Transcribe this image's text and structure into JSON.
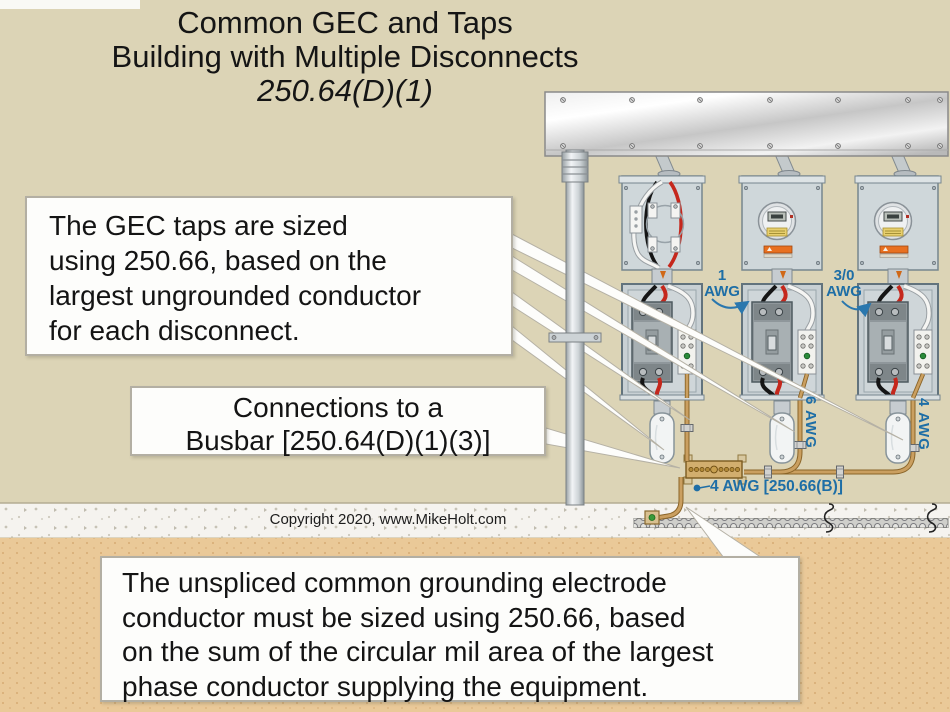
{
  "title": {
    "line1": "Common GEC and Taps",
    "line2": "Building with Multiple Disconnects",
    "line3": "250.64(D)(1)"
  },
  "callout_gec_taps": {
    "lines": [
      "The GEC taps are sized",
      "using 250.66, based on the",
      "largest ungrounded conductor",
      "for each disconnect."
    ]
  },
  "callout_busbar": {
    "lines": [
      "Connections to a",
      "Busbar [250.64(D)(1)(3)]"
    ]
  },
  "callout_common_gec": {
    "lines": [
      "The unspliced common grounding electrode",
      "conductor must be sized using 250.66, based",
      "on the sum of the circular mil area of the largest",
      "phase conductor supplying the equipment."
    ]
  },
  "labels": {
    "disconnect2_feeder_size": "1",
    "disconnect2_feeder_unit": "AWG",
    "disconnect3_feeder_size": "3/0",
    "disconnect3_feeder_unit": "AWG",
    "tap2": "6 AWG",
    "tap3": "4 AWG",
    "common_gec": "4 AWG [250.66(B)]"
  },
  "copyright": "Copyright 2020, www.MikeHolt.com",
  "colors": {
    "background": "#dcd4b6",
    "label_blue": "#1e6ea6",
    "gec_conductor": "#c89a58",
    "phase_black": "#151515",
    "phase_red": "#c5271c",
    "enclosure": "#c8d0d4",
    "concrete": "#f5f3ef",
    "earth": "#eac998"
  }
}
